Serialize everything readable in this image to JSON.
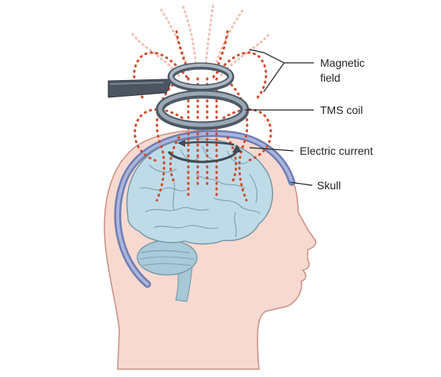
{
  "labels": {
    "magnetic_field_line1": "Magnetic",
    "magnetic_field_line2": "field",
    "tms_coil": "TMS coil",
    "electric_current": "Electric current",
    "skull": "Skull"
  },
  "colors": {
    "skin": "#f7d9cf",
    "skin_outline": "#c98f83",
    "skull": "#8d9ac7",
    "skull_dark": "#6f7db3",
    "brain": "#bfdbe8",
    "brain_outline": "#6e93a5",
    "coil": "#8d9aa6",
    "coil_dark": "#4d5965",
    "handle": "#4a5560",
    "field_dots": "#d04a2c",
    "field_dots_light": "#f0c1b4",
    "current_arrow": "#3f4a55",
    "leader_lines": "#222222"
  }
}
